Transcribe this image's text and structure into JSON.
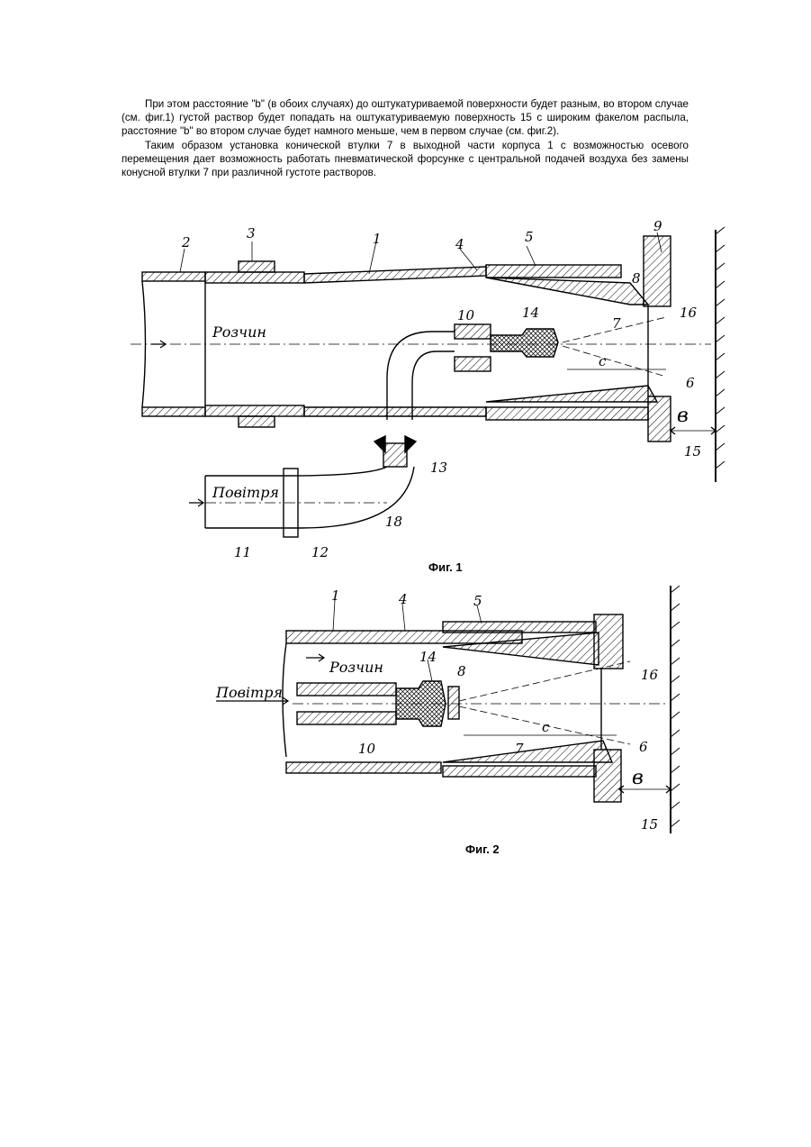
{
  "paragraphs": [
    "При этом расстояние \"b\" (в обоих случаях) до оштукатуриваемой поверхности будет разным, во втором случае (см. фиг.1) густой раствор будет попадать на оштукатуриваемую поверхность 15 с широким факелом распыла, расстояние \"b\" во втором случае будет намного меньше, чем в первом случае (см. фиг.2).",
    "Таким образом установка конической втулки 7 в выходной части корпуса 1 с возможностью осевого перемещения дает возможность работать пневматической форсунке с центральной подачей воздуха без замены конусной втулки 7 при различной густоте растворов."
  ],
  "fig1": {
    "caption": "Фиг. 1",
    "labels": {
      "n1": "1",
      "n2": "2",
      "n3": "3",
      "n4": "4",
      "n5": "5",
      "n6": "6",
      "n7": "7",
      "n8": "8",
      "n9": "9",
      "n10": "10",
      "n11": "11",
      "n12": "12",
      "n13": "13",
      "n14": "14",
      "n15": "15",
      "n16": "16",
      "n18": "18",
      "c": "c",
      "b": "в",
      "rozchyn": "Розчин",
      "povitria": "Повітря"
    }
  },
  "fig2": {
    "caption": "Фиг. 2",
    "labels": {
      "n1": "1",
      "n4": "4",
      "n5": "5",
      "n6": "6",
      "n7": "7",
      "n8": "8",
      "n10": "10",
      "n14": "14",
      "n15": "15",
      "n16": "16",
      "c": "c",
      "b": "в",
      "rozchyn": "Розчин",
      "povitria": "Повітря"
    }
  }
}
